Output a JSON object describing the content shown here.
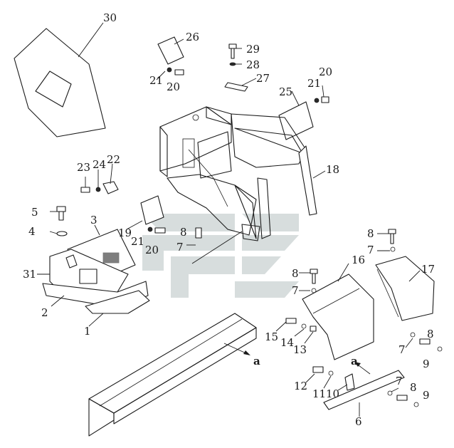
{
  "colors": {
    "line": "#1a1a1a",
    "background": "#ffffff",
    "watermark": "#c9d2d2"
  },
  "labels": {
    "p1": "1",
    "p2": "2",
    "p3": "3",
    "p4": "4",
    "p5": "5",
    "p6": "6",
    "p7a": "7",
    "p7b": "7",
    "p7c": "7",
    "p7d": "7",
    "p7e": "7",
    "p8a": "8",
    "p8b": "8",
    "p8c": "8",
    "p8d": "8",
    "p8e": "8",
    "p9a": "9",
    "p9b": "9",
    "p10": "10",
    "p11": "11",
    "p12": "12",
    "p13": "13",
    "p14": "14",
    "p15": "15",
    "p16": "16",
    "p17": "17",
    "p18": "18",
    "p19": "19",
    "p20a": "20",
    "p20b": "20",
    "p20c": "20",
    "p21a": "21",
    "p21b": "21",
    "p21c": "21",
    "p22": "22",
    "p23": "23",
    "p24": "24",
    "p25": "25",
    "p26": "26",
    "p27": "27",
    "p28": "28",
    "p29": "29",
    "p30": "30",
    "p31": "31",
    "refA1": "a",
    "refA2": "a"
  }
}
